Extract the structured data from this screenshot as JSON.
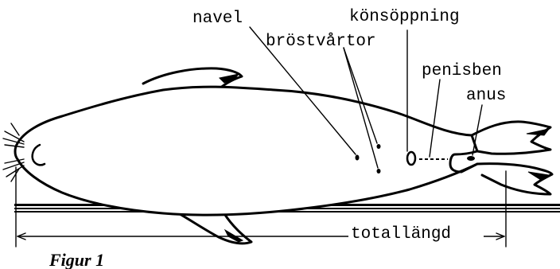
{
  "labels": {
    "navel": "navel",
    "nipples": "bröstvårtor",
    "genital_opening": "könsöppning",
    "baculum": "penisben",
    "anus": "anus",
    "total_length": "totallängd"
  },
  "caption": "Figur 1",
  "colors": {
    "ink": "#000000",
    "background": "#ffffff"
  }
}
